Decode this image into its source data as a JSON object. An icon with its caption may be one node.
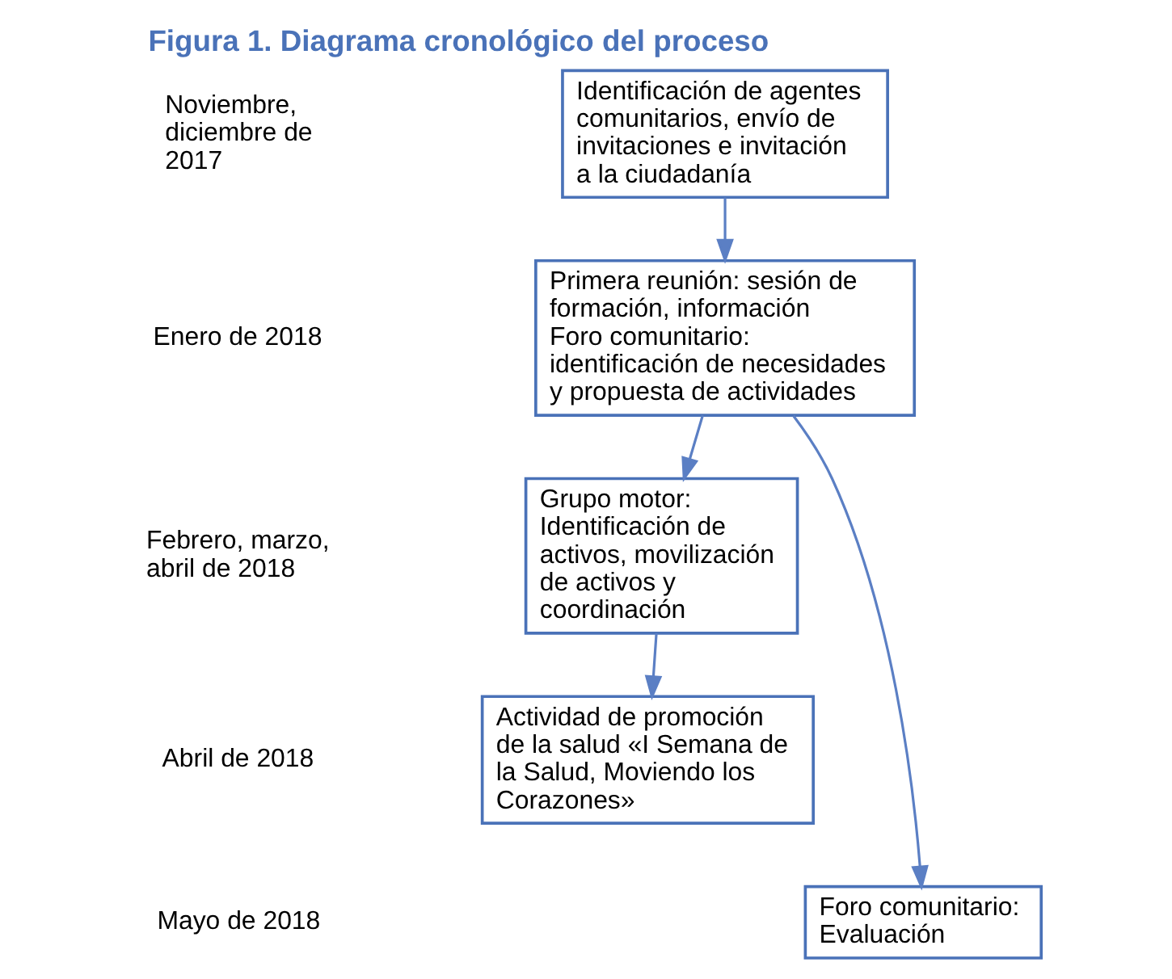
{
  "diagram": {
    "title": "Figura 1. Diagrama cronológico del proceso",
    "nodes": [
      {
        "text": [
          "Identificación de agentes comunitarios, envío de invitaciones e invitación a la ciudadanía"
        ]
      },
      {
        "text": [
          "Primera reunión: sesión de formación, información",
          "Foro comunitario: identificación de necesidades y propuesta de actividades"
        ]
      },
      {
        "text": [
          "Grupo motor: Identificación de activos, movilización de activos y coordinación"
        ]
      },
      {
        "text": [
          "Actividad de promoción de la salud «I Semana de la Salud, Moviendo los Corazones»"
        ]
      },
      {
        "text": [
          "Foro comunitario: Evaluación"
        ]
      }
    ],
    "edges": [
      {
        "from": 0,
        "to": 1,
        "arrow": "to"
      },
      {
        "from": 1,
        "to": 2,
        "arrow": "to"
      },
      {
        "from": 2,
        "to": 3,
        "arrow": "to"
      },
      {
        "from": 1,
        "to": 4,
        "arrow": "to"
      }
    ],
    "labels": [
      "Noviembre, diciembre de 2017",
      "Enero de 2018",
      "Febrero, marzo, abril de 2018",
      "Abril de 2018",
      "Mayo de 2018"
    ]
  }
}
